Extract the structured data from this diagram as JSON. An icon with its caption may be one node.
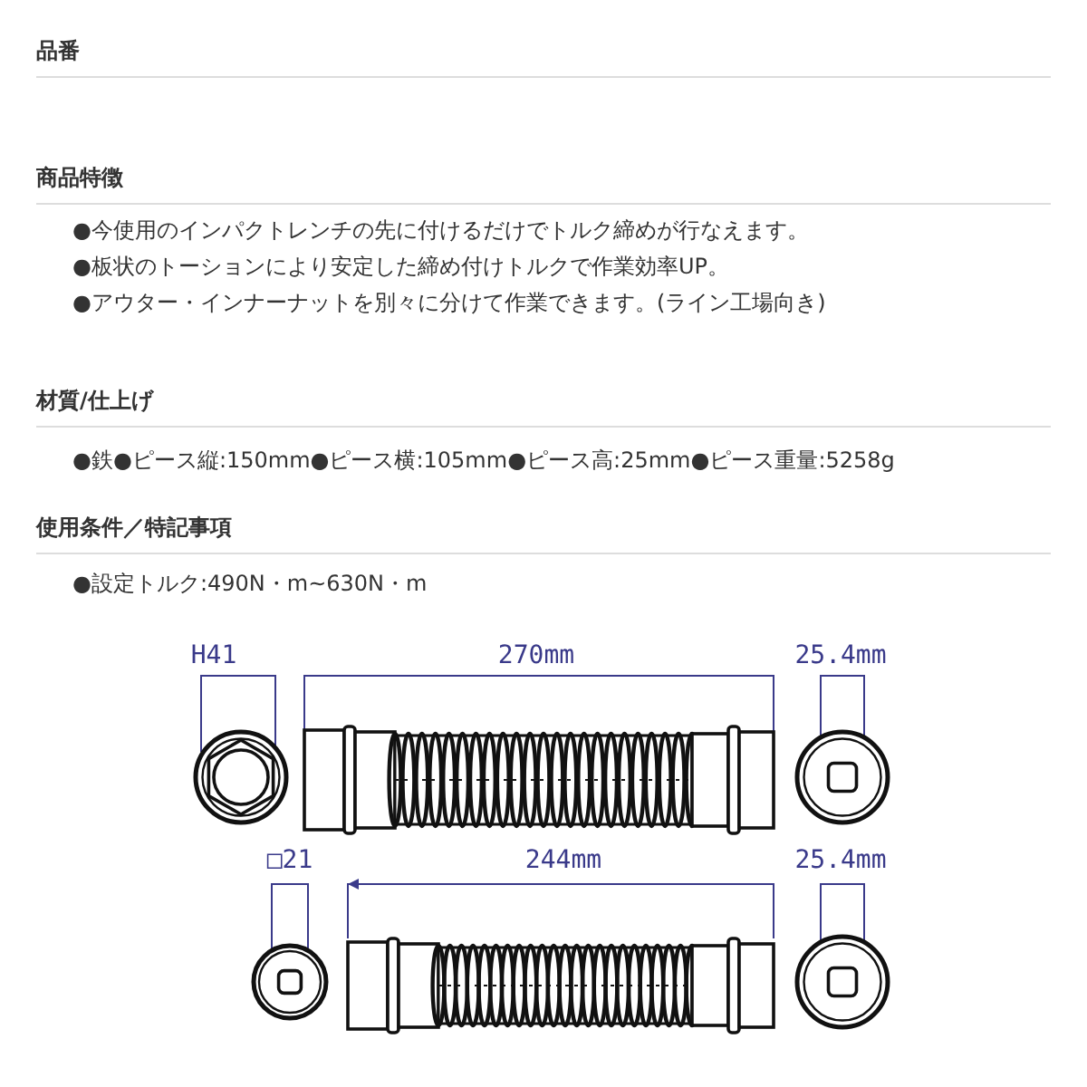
{
  "diagram": {
    "labels": [
      "品番",
      "商品特徴",
      "●今使用のインパクトレンチの先に付けるだけでトルク締めが行なえます。",
      "●板状のトーションにより安定した締め付けトルクで作業効率UP。",
      "●アウター・インナーナットを別々に分けて作業できます。(ライン工場向き)",
      "材質/仕上げ",
      "●鉄●ピース縦:150mm●ピース横:105mm●ピース高:25mm●ピース重量:5258g",
      "使用条件／特記事項",
      "●設定トルク:490N・m~630N・m",
      "H41",
      "270mm",
      "25.4mm",
      "□21",
      "244mm",
      "25.4mm"
    ]
  }
}
